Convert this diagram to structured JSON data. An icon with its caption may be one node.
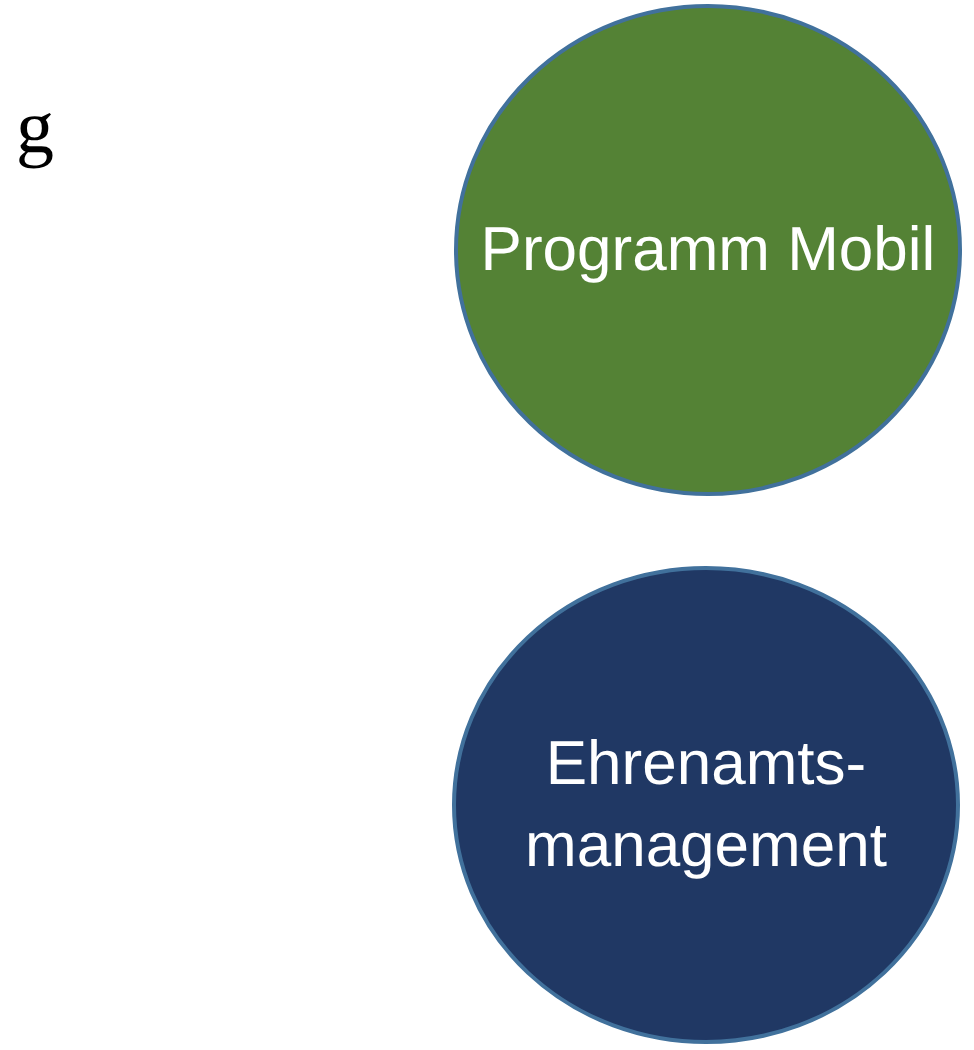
{
  "diagram": {
    "nodes": [
      {
        "text": [
          "Programm Mobil"
        ]
      },
      {
        "text": [
          "Ehrenamts- management"
        ]
      }
    ],
    "labels": [
      "g"
    ]
  }
}
